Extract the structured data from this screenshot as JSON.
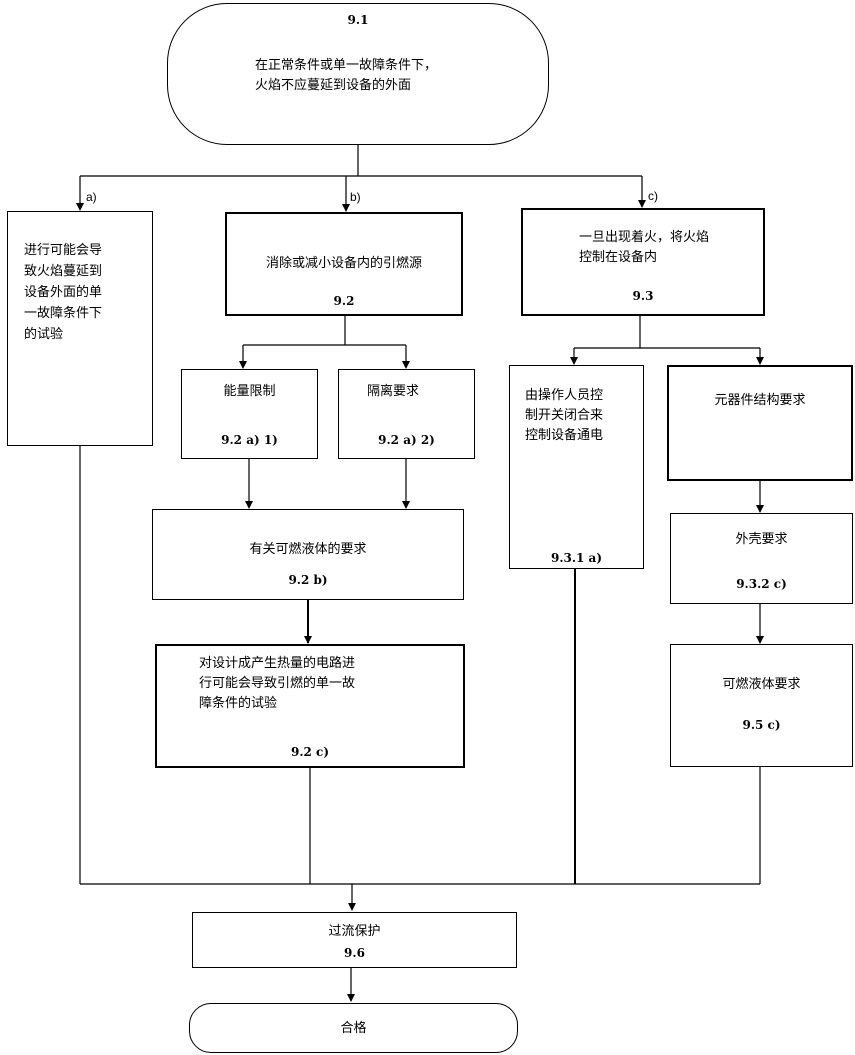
{
  "nodes": {
    "n91": {
      "id": "9.1",
      "text": "在正常条件或单一故障条件下，\n火焰不应蔓延到设备的外面"
    },
    "a_test": {
      "text": "进行可能会导\n致火焰蔓延到\n设备外面的单\n一故障条件下\n的试验"
    },
    "n92": {
      "id": "9.2",
      "text": "消除或减小设备内的引燃源"
    },
    "n93": {
      "id": "9.3",
      "text": "一旦出现着火，将火焰\n控制在设备内"
    },
    "n92a1": {
      "id": "9.2 a) 1)",
      "text": "能量限制"
    },
    "n92a2": {
      "id": "9.2 a) 2)",
      "text": "隔离要求"
    },
    "n931a": {
      "id": "9.3.1 a)",
      "text": "由操作人员控\n制开关闭合来\n控制设备通电"
    },
    "comp": {
      "text": "元器件结构要求"
    },
    "n92b": {
      "id": "9.2 b)",
      "text": "有关可燃液体的要求"
    },
    "n932c": {
      "id": "9.3.2 c)",
      "text": "外壳要求"
    },
    "n92c": {
      "id": "9.2 c)",
      "text": "对设计成产生热量的电路进\n行可能会导致引燃的单一故\n障条件的试验"
    },
    "n95c": {
      "id": "9.5 c)",
      "text": "可燃液体要求"
    },
    "n96": {
      "id": "9.6",
      "text": "过流保护"
    },
    "pass": {
      "text": "合格"
    }
  },
  "branch_labels": {
    "a": "a)",
    "b": "b)",
    "c": "c)"
  }
}
